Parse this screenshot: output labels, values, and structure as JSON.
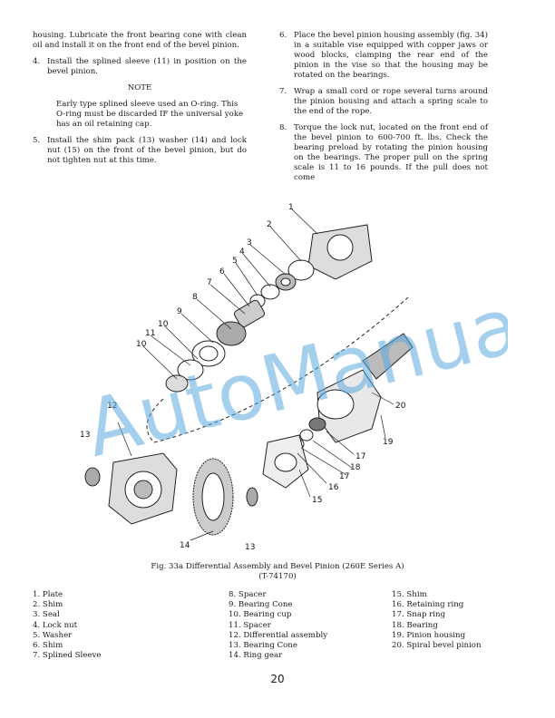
{
  "left_column": {
    "cont": "housing. Lubricate the front bearing cone with clean oil and install it on the front end of the bevel pinion.",
    "step4_num": "4.",
    "step4": "Install the splined sleeve (11) in position on the bevel pinion.",
    "note_title": "NOTE",
    "note_body": "Early type splined sleeve used an O-ring. This O-ring must be discarded IF the universal yoke has an oil retaining cap.",
    "step5_num": "5.",
    "step5": "Install the shim pack (13) washer (14) and lock nut (15) on the front of the bevel pinion, but do not tighten nut at this time."
  },
  "right_column": {
    "step6_num": "6.",
    "step6": "Place the bevel pinion housing assembly (fig. 34) in a suitable vise equipped with copper jaws or wood blocks, clamping the rear end of the pinion in the vise so that the housing may be rotated on the bearings.",
    "step7_num": "7.",
    "step7": "Wrap a small cord or rope several turns around the pinion housing and attach a spring scale to the end of the rope.",
    "step8_num": "8.",
    "step8": "Torque the lock nut, located on the front end of the bevel pinion to 600-700 ft. lbs. Check the bearing preload by rotating the pinion housing on the bearings. The proper pull on the spring scale is 11 to 16 pounds. If the pull does not come"
  },
  "figure": {
    "callouts": [
      "1",
      "2",
      "3",
      "4",
      "5",
      "6",
      "7",
      "8",
      "9",
      "10",
      "11",
      "10",
      "12",
      "13",
      "14",
      "13",
      "15",
      "16",
      "17",
      "18",
      "17",
      "19",
      "20"
    ],
    "caption_line1": "Fig. 33a Differential Assembly and Bevel Pinion (260E Series A)",
    "caption_line2": "(T-74170)"
  },
  "watermark": "AutoManual",
  "legend": {
    "col1": [
      "1. Plate",
      "2. Shim",
      "3. Seal",
      "4. Lock nut",
      "5. Washer",
      "6. Shim",
      "7. Splined Sleeve"
    ],
    "col2": [
      "8. Spacer",
      "9. Bearing Cone",
      "10. Bearing cup",
      "11. Spacer",
      "12. Differential assembly",
      "13. Bearing Cone",
      "14. Ring gear"
    ],
    "col3": [
      "15. Shim",
      "16. Retaining ring",
      "17. Snap ring",
      "18. Bearing",
      "19. Pinion housing",
      "20. Spiral bevel pinion"
    ]
  },
  "page_number": "20"
}
